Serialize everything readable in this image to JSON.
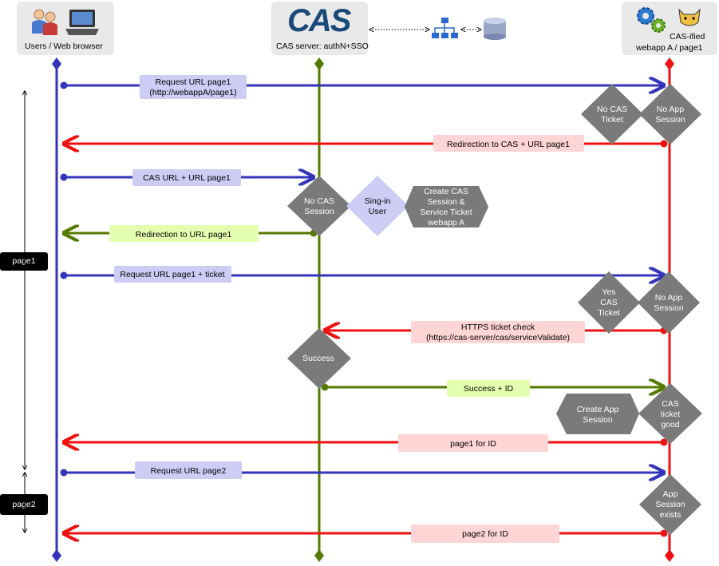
{
  "actors": {
    "browser": {
      "label": "Users / Web browser"
    },
    "cas": {
      "logo": "CAS",
      "label": "CAS server: authN+SSO"
    },
    "webapp": {
      "label_line1": "CAS-ified",
      "label_line2": "webapp A / page1"
    }
  },
  "colors": {
    "browser": "#3333bb",
    "cas": "#557a00",
    "webapp": "#ee1111",
    "label_blue": "#ccccf5",
    "label_green": "#e5ffb0",
    "label_pink": "#ffd5d5",
    "diamond_gray": "#7a7a7a",
    "diamond_lilac": "#ccccf5"
  },
  "messages": [
    {
      "id": "m1",
      "lines": [
        "Request URL page1",
        "(http://webappA/page1)"
      ]
    },
    {
      "id": "m2",
      "lines": [
        "Redirection to CAS + URL page1"
      ]
    },
    {
      "id": "m3",
      "lines": [
        "CAS URL + URL page1"
      ]
    },
    {
      "id": "m4",
      "lines": [
        "Redirection to URL page1"
      ]
    },
    {
      "id": "m5",
      "lines": [
        "Request URL page1 + ticket"
      ]
    },
    {
      "id": "m6",
      "lines": [
        "HTTPS ticket check",
        "(https://cas-server/cas/serviceValidate)"
      ]
    },
    {
      "id": "m7",
      "lines": [
        "Success + ID"
      ]
    },
    {
      "id": "m8",
      "lines": [
        "page1  for ID"
      ]
    },
    {
      "id": "m9",
      "lines": [
        "Request URL page2"
      ]
    },
    {
      "id": "m10",
      "lines": [
        "page2 for ID"
      ]
    }
  ],
  "decisions": [
    {
      "id": "d1",
      "lines": [
        "No CAS",
        "Ticket"
      ]
    },
    {
      "id": "d2",
      "lines": [
        "No App",
        "Session"
      ]
    },
    {
      "id": "d3",
      "lines": [
        "No CAS",
        "Session"
      ]
    },
    {
      "id": "d4",
      "lines": [
        "Sing-in",
        "User"
      ]
    },
    {
      "id": "d5",
      "lines": [
        "Yes",
        "CAS",
        "Ticket"
      ]
    },
    {
      "id": "d6",
      "lines": [
        "No App",
        "Session"
      ]
    },
    {
      "id": "d7",
      "lines": [
        "Success"
      ]
    },
    {
      "id": "d8",
      "lines": [
        "CAS",
        "ticket",
        "good"
      ]
    },
    {
      "id": "d9",
      "lines": [
        "App",
        "Session",
        "exists"
      ]
    }
  ],
  "actions": [
    {
      "id": "a1",
      "lines": [
        "Create CAS",
        "Session &",
        "Service Ticket",
        "webapp A"
      ]
    },
    {
      "id": "a2",
      "lines": [
        "Create App",
        "Session"
      ]
    }
  ],
  "pages": [
    {
      "id": "p1",
      "label": "page1"
    },
    {
      "id": "p2",
      "label": "page2"
    }
  ]
}
